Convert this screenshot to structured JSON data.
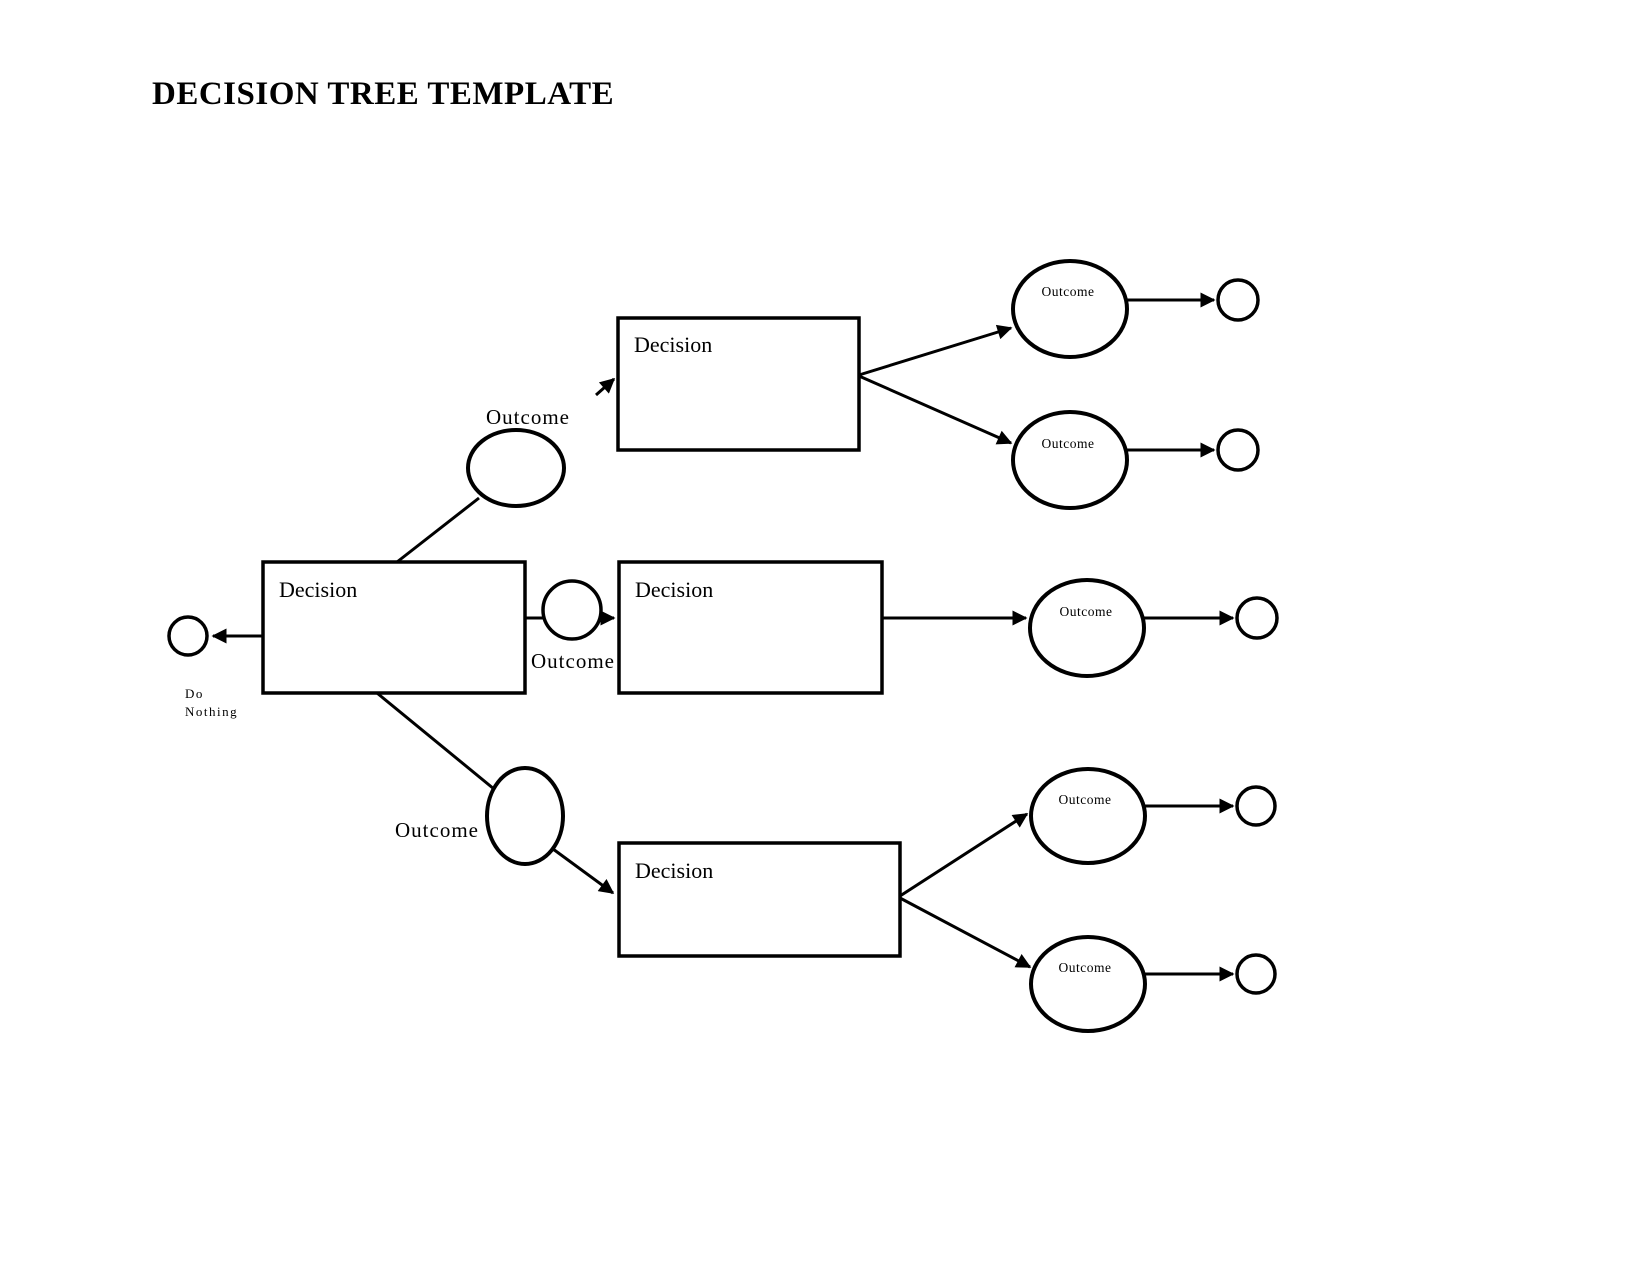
{
  "title": "DECISION TREE TEMPLATE",
  "colors": {
    "background": "#ffffff",
    "stroke": "#000000",
    "text": "#000000"
  },
  "nodes": {
    "decision_root": "Decision",
    "decision_top": "Decision",
    "decision_middle": "Decision",
    "decision_bottom": "Decision"
  },
  "outcome_circles": {
    "top_branch_1": "Outcome",
    "top_branch_2": "Outcome",
    "middle_branch": "Outcome",
    "bottom_branch_1": "Outcome",
    "bottom_branch_2": "Outcome"
  },
  "branch_labels": {
    "outcome_top": "Outcome",
    "outcome_middle": "Outcome",
    "outcome_bottom": "Outcome"
  },
  "do_nothing": {
    "line1": "Do",
    "line2": "Nothing"
  }
}
